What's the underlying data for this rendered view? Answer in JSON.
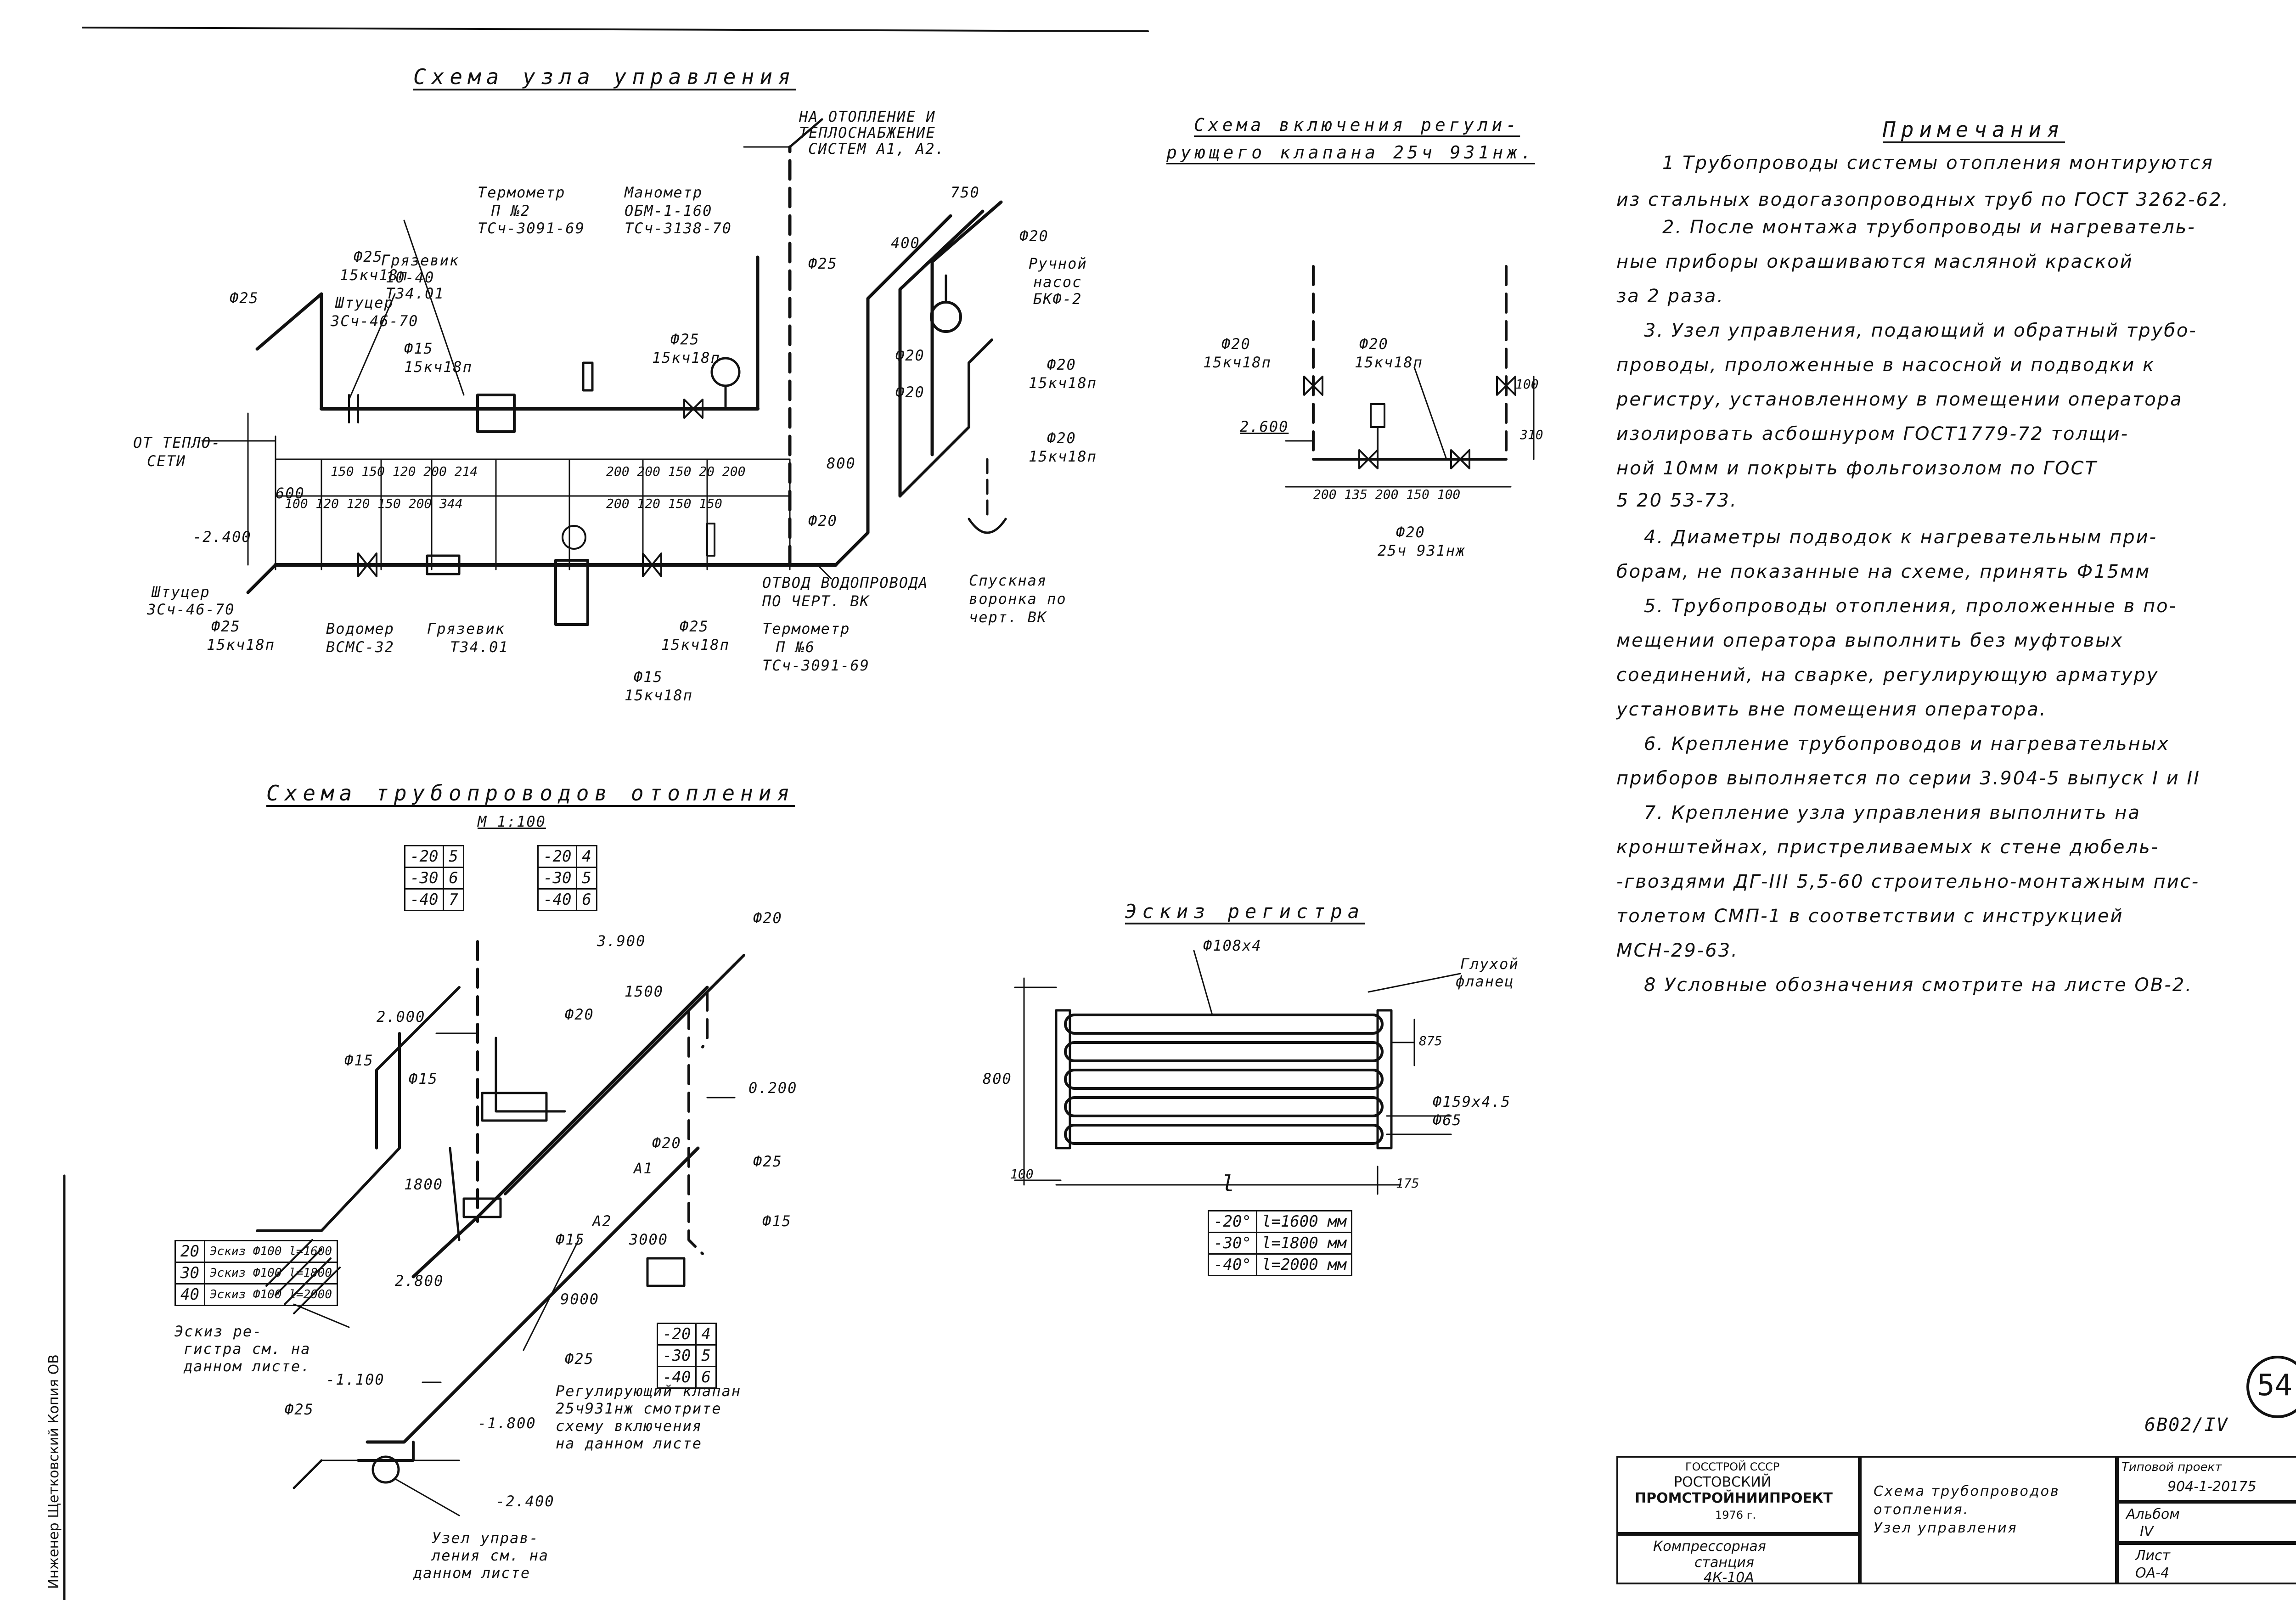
{
  "titles": {
    "control_unit": "Схема узла управления",
    "valve_scheme_1": "Схема включения регули-",
    "valve_scheme_2": "рующего клапана 25ч 931нж.",
    "heating_pipes": "Схема трубопроводов отопления",
    "heating_scale": "М 1:100",
    "register": "Эскиз регистра",
    "notes": "Примечания"
  },
  "control_unit_labels": {
    "to_heating_1": "НА ОТОПЛЕНИЕ И",
    "to_heating_2": "ТЕПЛОСНАБЖЕНИЕ",
    "to_heating_3": "СИСТЕМ А1, А2.",
    "thermometer": "Термометр",
    "thermometer_no": "П №2",
    "thermometer_std": "ТСч-3091-69",
    "manometer": "Манометр",
    "manometer_type": "ОБМ-1-160",
    "manometer_std": "ТСч-3138-70",
    "mud_trap": "Грязевик",
    "mud_trap_size": "10-40",
    "mud_trap_std": "Т34.01",
    "fitting": "Штуцер",
    "fitting_std": "3Сч-46-70",
    "d25": "Ф25",
    "valve_15kch18p": "15кч18п",
    "d15": "Ф15",
    "from_network_1": "ОТ ТЕПЛО-",
    "from_network_2": "СЕТИ",
    "level_m2400": "-2.400",
    "fitting_bottom": "Штуцер",
    "fitting_bottom_std": "3Сч-46-70",
    "water_meter": "Водомер",
    "water_meter_type": "ВСМС-32",
    "mud_trap_bottom": "Грязевик",
    "mud_trap_bottom_std": "Т34.01",
    "thermometer_bottom": "Термометр",
    "thermometer_bottom_no": "П №6",
    "thermometer_bottom_std": "ТСч-3091-69",
    "drain_1": "ОТВОД ВОДОПРОВОДА",
    "drain_2": "ПО ЧЕРТ. ВК",
    "pump_1": "Ручной",
    "pump_2": "насос",
    "pump_3": "БКФ-2",
    "d20": "Ф20",
    "drain_funnel_1": "Спускная",
    "drain_funnel_2": "воронка по",
    "drain_funnel_3": "черт. ВК",
    "dim_750": "750",
    "dim_400": "400",
    "dim_800": "800",
    "dim_600": "600",
    "dim_row1": "150 150 120 200 214",
    "dim_row2": "100 120 120 150 200 344",
    "dim_row3": "200 200 150 20 200",
    "dim_row4": "200 120 150 150"
  },
  "valve_labels": {
    "d20": "Ф20",
    "kch": "15кч18п",
    "level": "2.600",
    "dim_100": "100",
    "dim_310": "310",
    "dim_row": "200 135 200 150 100",
    "valve": "25ч 931нж"
  },
  "heating_labels": {
    "table1": [
      [
        "-20",
        "5"
      ],
      [
        "-30",
        "6"
      ],
      [
        "-40",
        "7"
      ]
    ],
    "table2": [
      [
        "-20",
        "4"
      ],
      [
        "-30",
        "5"
      ],
      [
        "-40",
        "6"
      ]
    ],
    "table3": [
      [
        "-20",
        "4"
      ],
      [
        "-30",
        "5"
      ],
      [
        "-40",
        "6"
      ]
    ],
    "table4": [
      [
        "20",
        "Эскиз Ф100 l=1600"
      ],
      [
        "30",
        "Эскиз Ф100 l=1800"
      ],
      [
        "40",
        "Эскиз Ф100 l=2000"
      ]
    ],
    "level_3900": "3.900",
    "level_2000": "2.000",
    "level_0200": "0.200",
    "level_2800": "2.800",
    "level_m1100": "-1.100",
    "level_m1800": "-1.800",
    "level_m2400": "-2.400",
    "dim_1500": "1500",
    "dim_1800": "1800",
    "dim_9000": "9000",
    "dim_3000": "3000",
    "a1": "А1",
    "a2": "А2",
    "d20": "Ф20",
    "d25": "Ф25",
    "d15": "Ф15",
    "reg_sketch_1": "Эскиз ре-",
    "reg_sketch_2": "гистра см. на",
    "reg_sketch_3": "данном листе.",
    "reg_valve_1": "Регулирующий клапан",
    "reg_valve_2": "25ч931нж смотрите",
    "reg_valve_3": "схему включения",
    "reg_valve_4": "на данном листе",
    "unit_1": "Узел управ-",
    "unit_2": "ления см. на",
    "unit_3": "данном листе"
  },
  "register_labels": {
    "pipe": "Ф108х4",
    "flange_1": "Глухой",
    "flange_2": "фланец",
    "dim_875": "875",
    "pipe2": "Ф159х4.5",
    "pipe3": "Ф65",
    "dim_800": "800",
    "dim_100": "100",
    "dim_175": "175",
    "length": "l",
    "table": [
      [
        "-20°",
        "l=1600 мм"
      ],
      [
        "-30°",
        "l=1800 мм"
      ],
      [
        "-40°",
        "l=2000 мм"
      ]
    ]
  },
  "notes": [
    "1 Трубопроводы системы отопления монтируются",
    "из стальных водогазопроводных труб по ГОСТ 3262-62.",
    "2. После монтажа трубопроводы и нагреватель-",
    "ные приборы окрашиваются масляной краской",
    "за 2 раза.",
    "3. Узел управления, подающий и обратный трубо-",
    "проводы, проложенные в насосной и подводки к",
    "регистру, установленному в помещении оператора",
    "изолировать асбошнуром ГОСТ1779-72 толщи-",
    "ной 10мм и покрыть фольгоизолом по ГОСТ",
    "5 20 53-73.",
    "4. Диаметры подводок к нагревательным при-",
    "борам, не показанные на схеме, принять Ф15мм",
    "5. Трубопроводы отопления, проложенные в по-",
    "мещении оператора выполнить без муфтовых",
    "соединений, на сварке, регулирующую арматуру",
    "установить вне помещения оператора.",
    "6. Крепление трубопроводов и нагревательных",
    "приборов выполняется по серии 3.904-5 выпуск I и II",
    "7. Крепление узла управления выполнить на",
    "кронштейнах, пристреливаемых к стене дюбель-",
    "-гвоздями ДГ-III 5,5-60 строительно-монтажным пис-",
    "толетом СМП-1 в соответствии с инструкцией",
    "МСН-29-63.",
    "8 Условные обозначения смотрите на листе ОВ-2."
  ],
  "sheet_number": "54",
  "sheet_code": "6В02/IV",
  "stamp": {
    "org_1": "ГОССТРОЙ СССР",
    "org_2": "РОСТОВСКИЙ",
    "org_3": "ПРОМСТРОЙНИИПРОЕКТ",
    "org_4": "1976 г.",
    "object_1": "Компрессорная",
    "object_2": "станция",
    "object_3": "4К-10А",
    "title_1": "Схема трубопроводов",
    "title_2": "отопления.",
    "title_3": "Узел управления",
    "project_1": "Типовой проект",
    "project_2": "904-1-20175",
    "album_1": "Альбом",
    "album_2": "IV",
    "sheet_1": "Лист",
    "sheet_2": "ОА-4"
  },
  "margin": {
    "left_strip": "Инженер  Щетковский  Копия  ОВ"
  }
}
